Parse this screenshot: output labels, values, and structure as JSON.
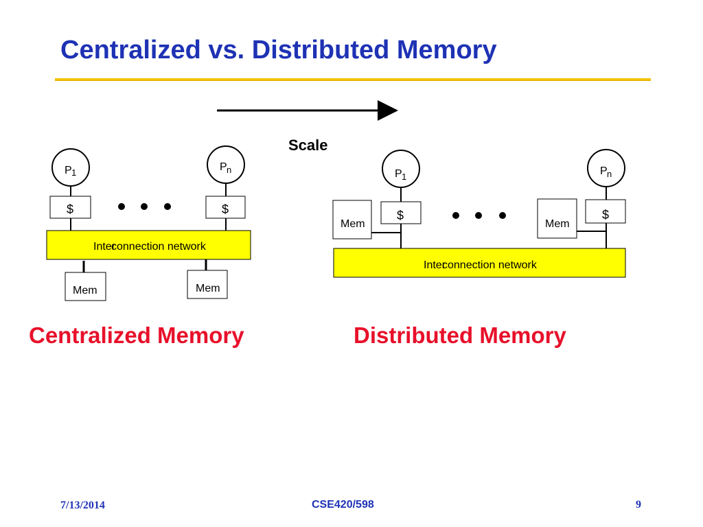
{
  "slide": {
    "title": "Centralized vs. Distributed Memory",
    "footer": {
      "date": "7/13/2014",
      "course": "CSE420/598",
      "page": "9"
    }
  },
  "diagram": {
    "scale_label": "Scale",
    "centralized": {
      "proc_first": "P",
      "proc_first_sub": "1",
      "proc_last": "P",
      "proc_last_sub": "n",
      "cache_label": "$",
      "network_label_a": "Inter",
      "network_label_b": "connection network",
      "mem_label": "Mem",
      "caption": "Centralized Memory"
    },
    "distributed": {
      "proc_first": "P",
      "proc_first_sub": "1",
      "proc_last": "P",
      "proc_last_sub": "n",
      "cache_label": "$",
      "mem_label": "Mem",
      "network_label_a": "Inter",
      "network_label_b": "connection network",
      "caption": "Distributed Memory"
    }
  },
  "colors": {
    "title": "#1e32b4",
    "rule": "#f5c400",
    "network_fill": "#ffff00",
    "caption": "#e8102a"
  }
}
